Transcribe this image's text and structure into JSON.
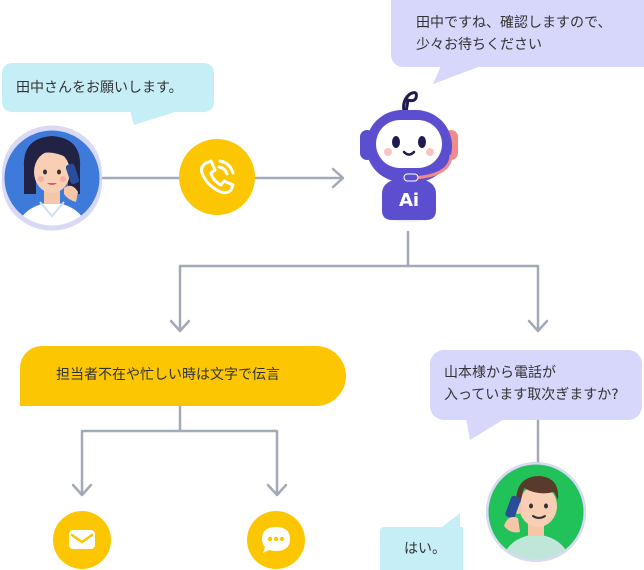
{
  "bubbles": {
    "caller_request": "田中さんをお願いします。",
    "ai_reply_line1": "田中ですね、確認しますので、",
    "ai_reply_line2": "少々お待ちください",
    "absence_note": "担当者不在や忙しい時は文字で伝言",
    "forward_line1": "山本様から電話が",
    "forward_line2": "入っています取次ぎますか?",
    "accept_reply": "はい。"
  },
  "robot": {
    "badge": "Ai"
  },
  "icons": {
    "phone": "phone-ringing-icon",
    "mail": "mail-icon",
    "chat": "chat-dots-icon"
  },
  "colors": {
    "yellow": "#fcc602",
    "lavender": "#d7d6fb",
    "cyan": "#c6eef6",
    "robot_purple": "#5b4fcf",
    "arrow_gray": "#a3aab7",
    "green": "#22c25b"
  }
}
